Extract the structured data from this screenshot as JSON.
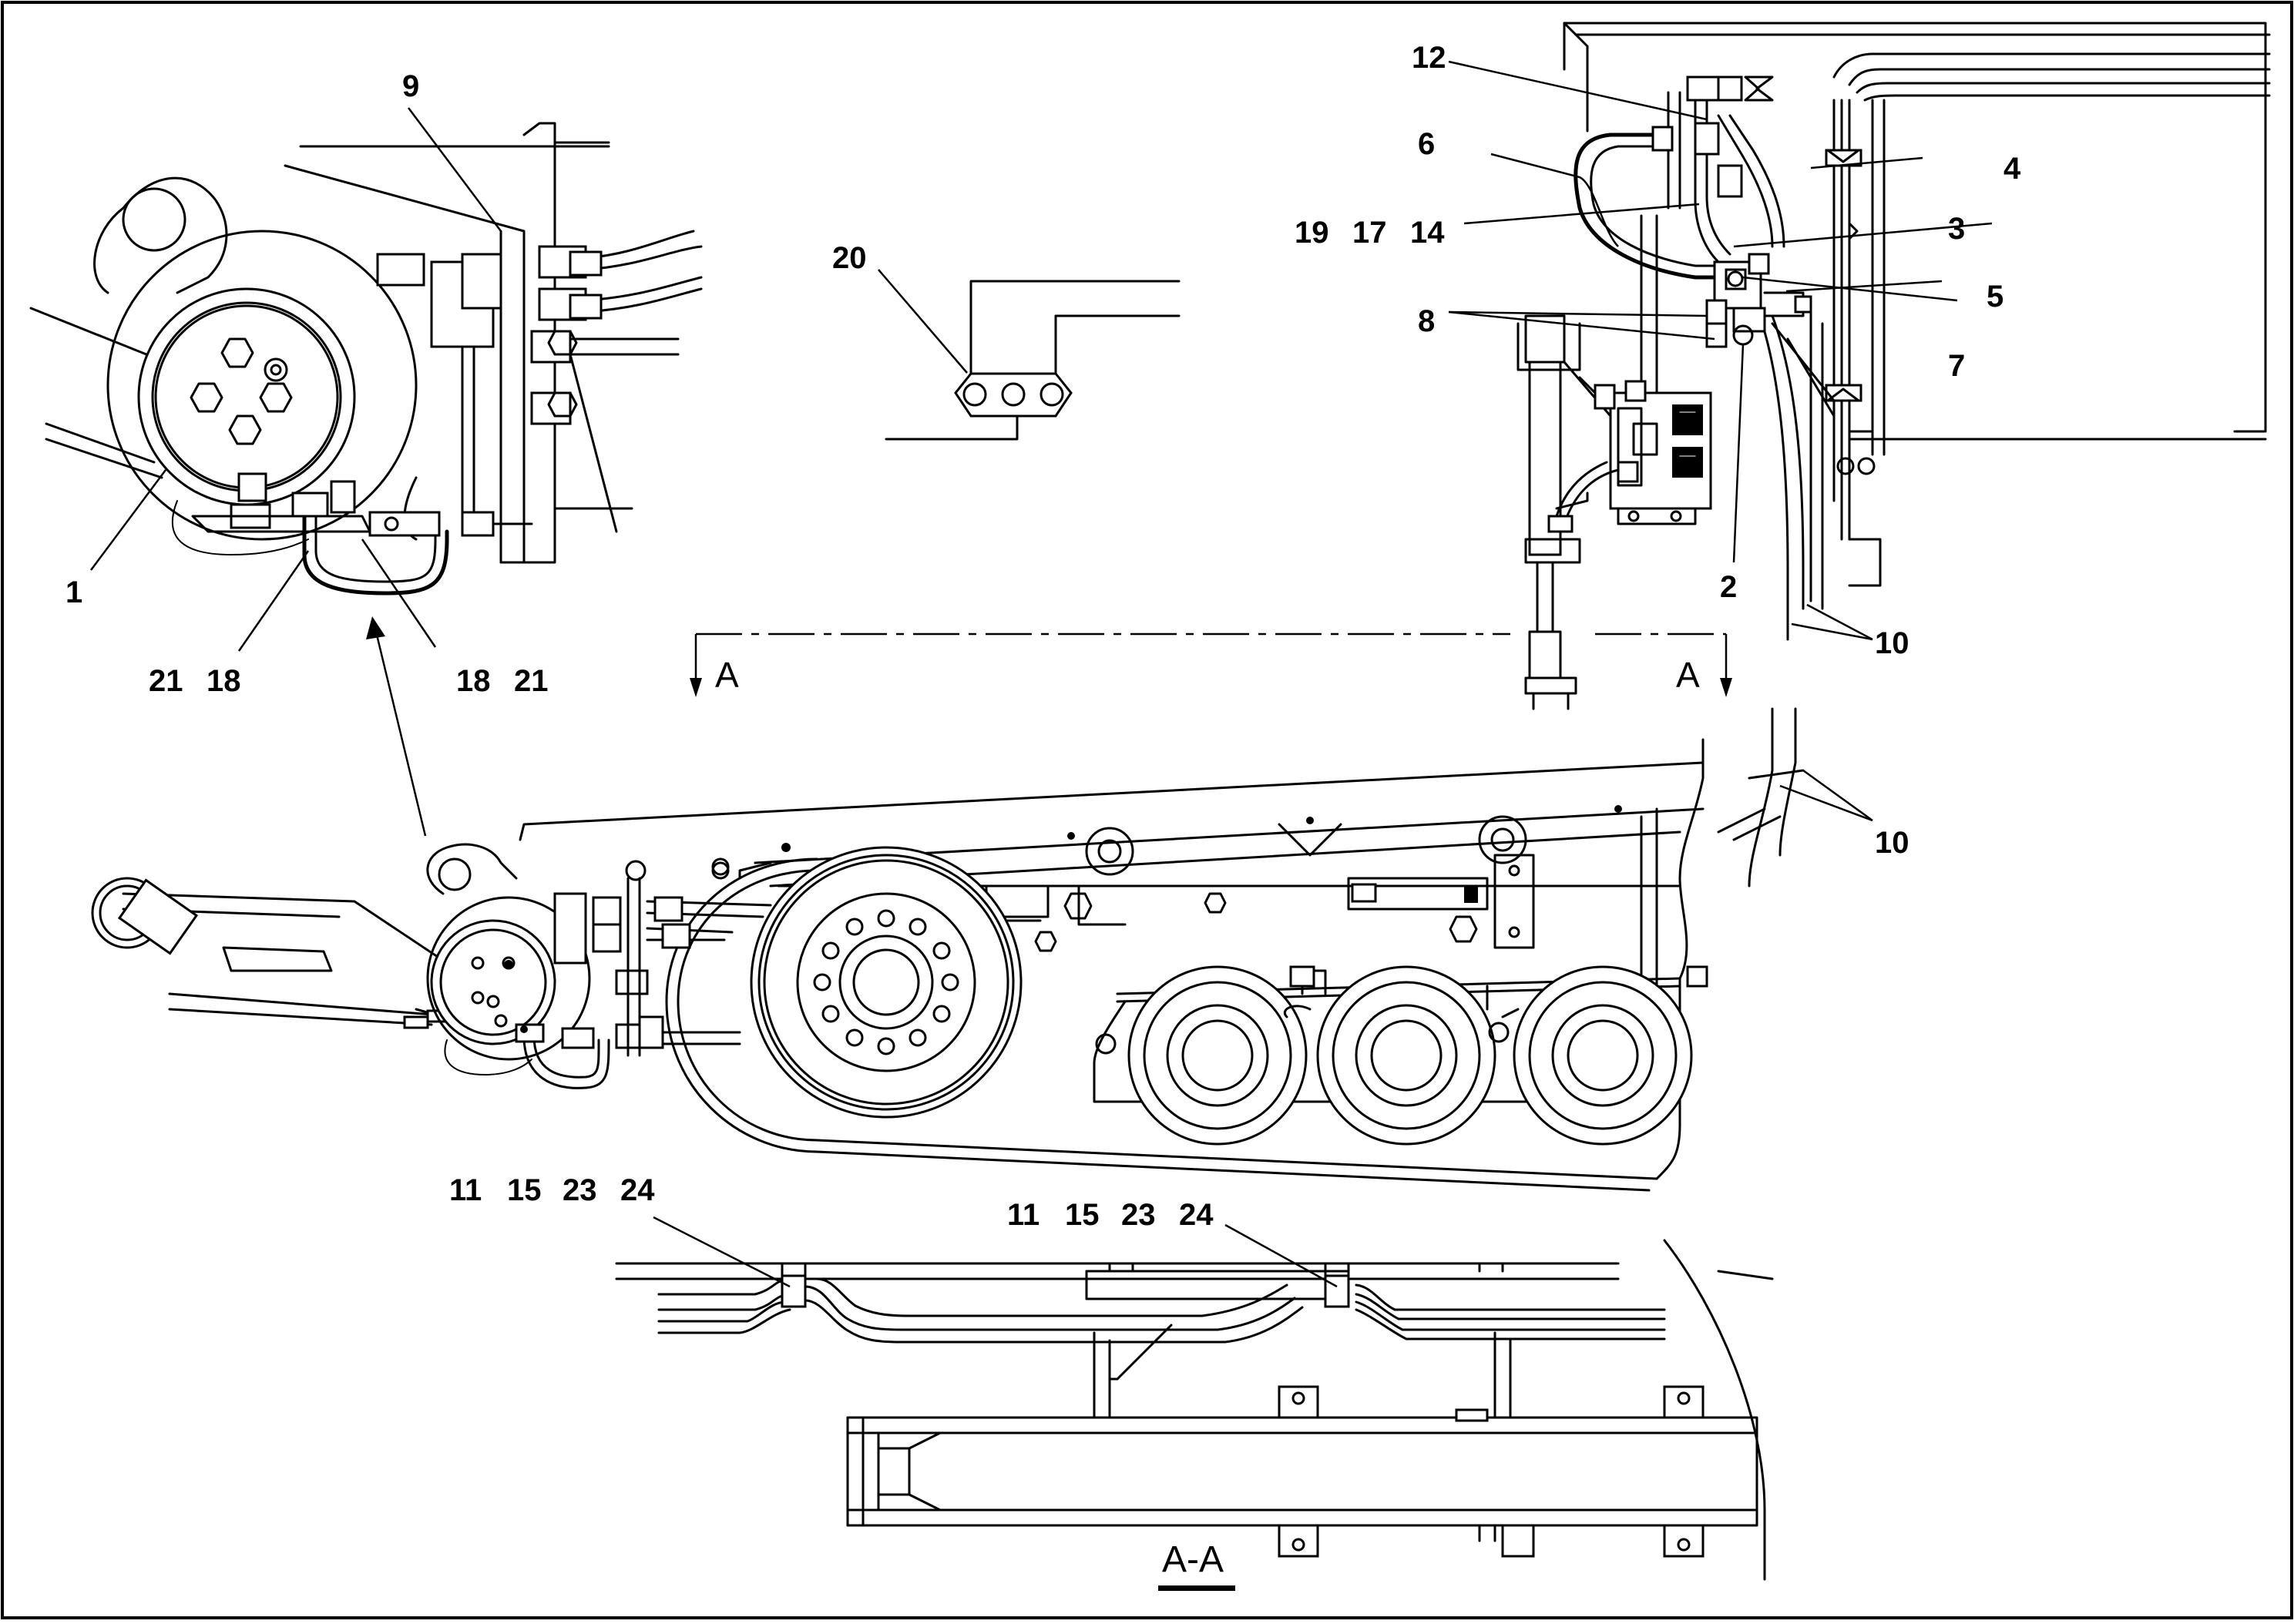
{
  "callouts": {
    "c1": "1",
    "c2": "2",
    "c3": "3",
    "c4": "4",
    "c5": "5",
    "c6": "6",
    "c7": "7",
    "c8": "8",
    "c9": "9",
    "c10a": "10",
    "c10b": "10",
    "c11a": "11",
    "c11b": "11",
    "c12": "12",
    "c14": "14",
    "c15a": "15",
    "c15b": "15",
    "c17": "17",
    "c18a": "18",
    "c18b": "18",
    "c19": "19",
    "c20": "20",
    "c21a": "21",
    "c21b": "21",
    "c23a": "23",
    "c23b": "23",
    "c24a": "24",
    "c24b": "24"
  },
  "section": {
    "marker_left": "A",
    "marker_right": "A",
    "title": "A-A"
  }
}
